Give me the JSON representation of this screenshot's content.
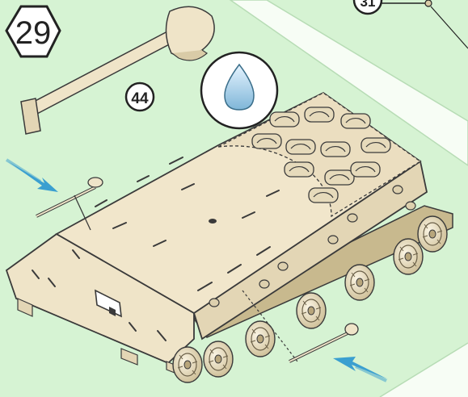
{
  "step": {
    "number": "29"
  },
  "parts": {
    "shovel_part_number": "44",
    "top_right_part_number": "31"
  },
  "icons": {
    "glue": "glue-drop-icon",
    "insert_arrow": "arrow-icon"
  },
  "colors": {
    "background": "#d6f3d3",
    "path": "#f7fdf5",
    "plywood": "#efe4c8",
    "plywood_shade": "#d9cba7",
    "outline": "#3a3a3a",
    "arrow": "#3a9fd0"
  }
}
